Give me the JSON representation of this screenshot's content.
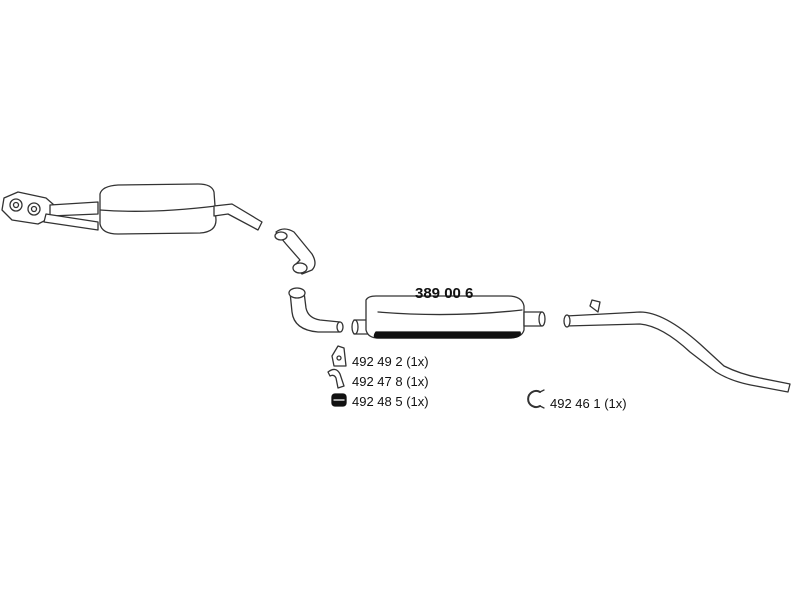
{
  "main_part": {
    "number": "389 00 6"
  },
  "accessories": [
    {
      "part": "492 49 2 (1x)",
      "icon": "bracket-icon"
    },
    {
      "part": "492 47 8 (1x)",
      "icon": "hanger-icon"
    },
    {
      "part": "492 48 5 (1x)",
      "icon": "rubber-mount-icon"
    },
    {
      "part": "492 46 1 (1x)",
      "icon": "clamp-icon"
    }
  ],
  "colors": {
    "line": "#333333",
    "fill": "#ffffff",
    "dark": "#111111"
  }
}
